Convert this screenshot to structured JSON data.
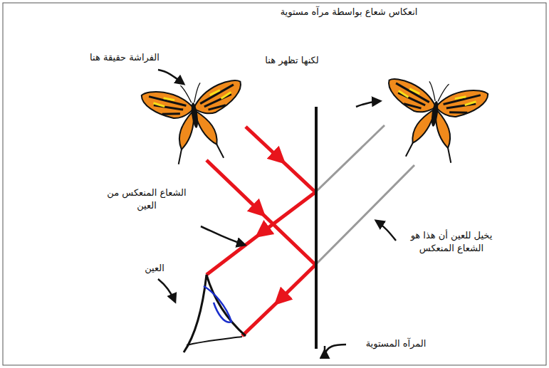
{
  "diagram": {
    "title": "انعكاس شعاع بواسطة مرآه مستوية",
    "labels": [
      "الفراشة حقيقة هنا",
      "لكنها تظهر هنا",
      "الشعاع المنعكس من العين",
      "يخيل للعين أن هذا هو الشعاع المنعكس",
      "العين",
      "المرآه المستوية"
    ]
  }
}
